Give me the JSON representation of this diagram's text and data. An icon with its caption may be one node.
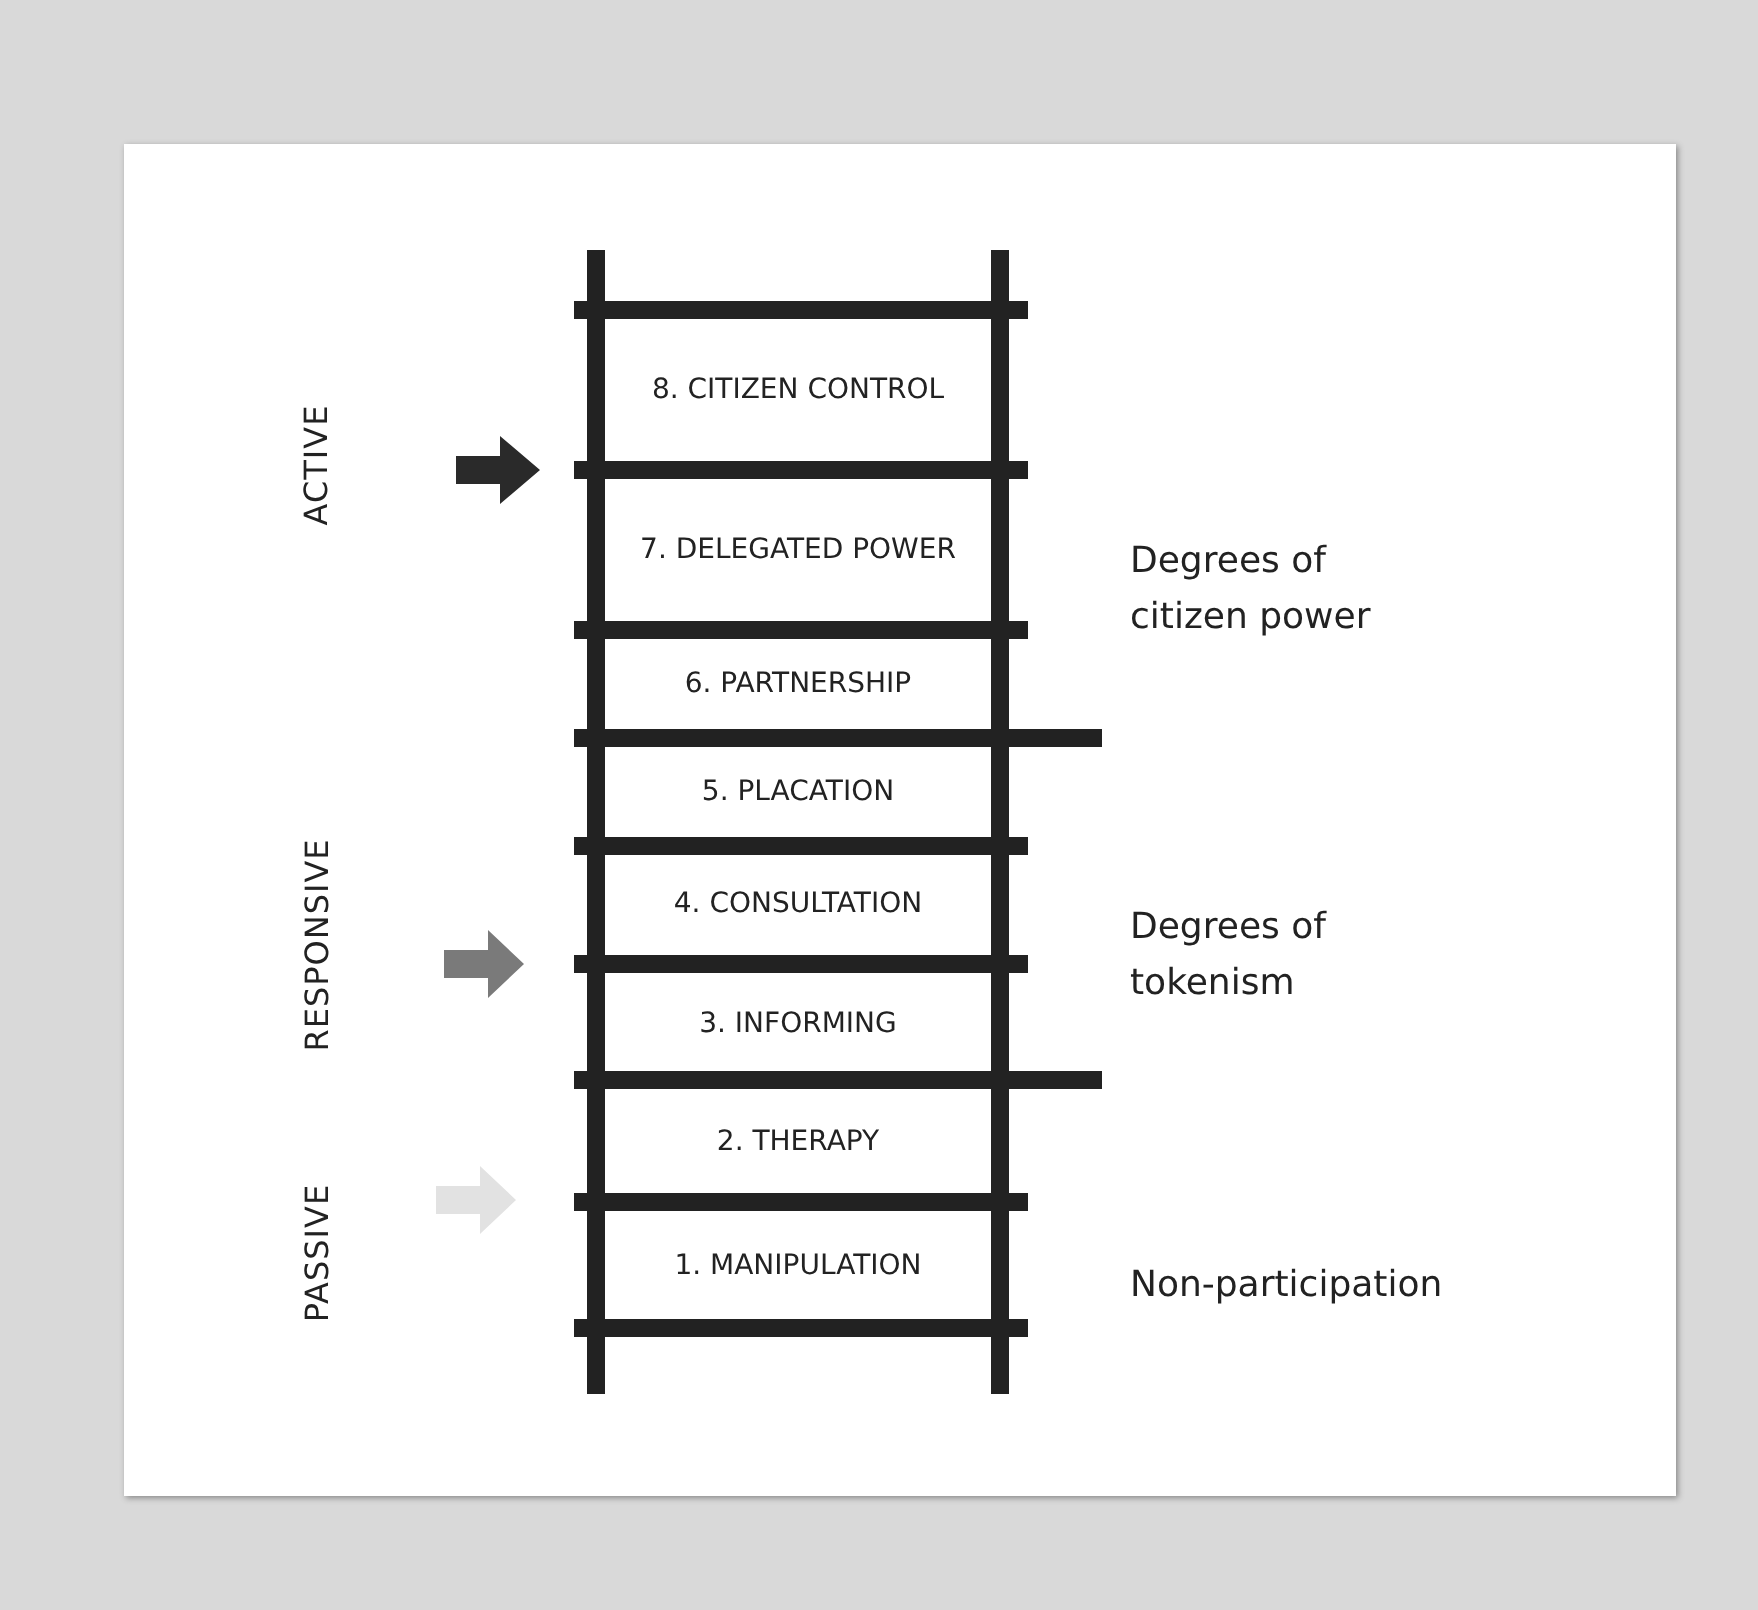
{
  "diagram": {
    "labels": [
      "8. CITIZEN CONTROL",
      "ACTIVE",
      "7. DELEGATED POWER",
      "Degrees of citizen power",
      "6. PARTNERSHIP",
      "5. PLACATION",
      "4. CONSULTATION",
      "RESPONSIVE",
      "Degrees of tokenism",
      "3. INFORMING",
      "2. THERAPY",
      "PASSIVE",
      "1. MANIPULATION",
      "Non-participation"
    ]
  }
}
